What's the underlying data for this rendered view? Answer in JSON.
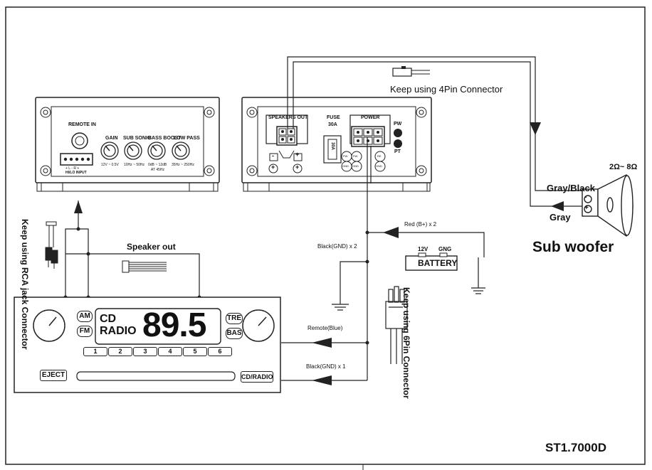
{
  "connector_note_4pin": "Keep using 4Pin Connector",
  "connector_note_6pin": "Keep using 6Pin Connector",
  "connector_note_rca": "Keep using RCA jack Connector",
  "speaker_out_label": "Speaker out",
  "impedance": "2Ω~ 8Ω",
  "gray_black": "Gray/Black",
  "gray": "Gray",
  "sub_woofer": "Sub woofer",
  "red_b_plus": "Red (B+) x 2",
  "black_gnd_2": "Black(GND) x 2",
  "remote_blue": "Remote(Blue)",
  "black_gnd_1": "Black(GND) x 1",
  "battery": {
    "v12": "12V",
    "gng": "GNG",
    "title": "BATTERY"
  },
  "model": "ST1.7000D",
  "amp_left": {
    "remote_in": "REMOTE IN",
    "gain": "GAIN",
    "subsonic": "SUB SONIC",
    "bass_boost": "BASS BOOST",
    "low_pass": "LOW PASS",
    "scale_gain": "12V ~ 0.5V",
    "scale_subsonic": "10Hz ~ 50Hz",
    "scale_bass": "0dB ~ 12dB",
    "scale_lowpass": "35Hz ~ 250Hz",
    "at45": "AT 45Hz",
    "input_pins": "+ L - R +",
    "input_label": "HI/LO INPUT"
  },
  "amp_right": {
    "speakers_out": "SPEAKERS OUT",
    "fuse": "FUSE",
    "fuse_rating": "30A",
    "fuse_body": "30A",
    "power": "POWER",
    "pw": "PW",
    "pt": "PT",
    "minus": "-",
    "plus_sign": "+",
    "pins": [
      "PW",
      "PW",
      "RE",
      "GND",
      "GND",
      "GND"
    ]
  },
  "radio": {
    "am": "AM",
    "fm": "FM",
    "cd": "CD",
    "radio": "RADIO",
    "frequency": "89.5",
    "tre": "TRE",
    "bas": "BAS",
    "presets": [
      "1",
      "2",
      "3",
      "4",
      "5",
      "6"
    ],
    "eject": "EJECT",
    "cdradio": "CD/RADIO"
  },
  "speaker_polarity": {
    "minus": "-",
    "plus": "+"
  }
}
